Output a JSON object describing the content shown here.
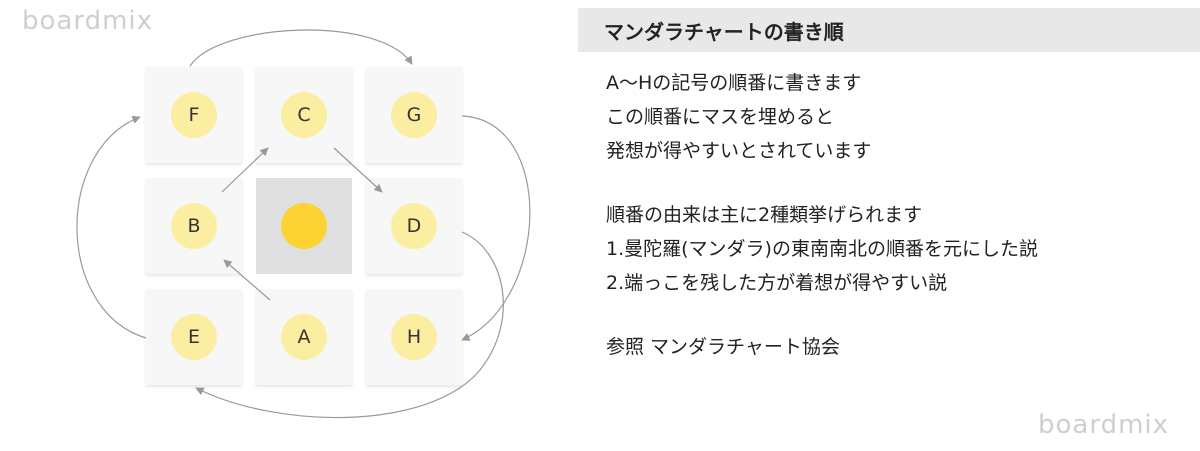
{
  "watermark": "boardmix",
  "colors": {
    "circle_fill": "#fbeea1",
    "center_fill": "#fdd233",
    "cell_fill": "#f7f7f7",
    "center_cell_fill": "#e0e0e0",
    "header_bg": "#e8e8e8",
    "arrow": "#999999"
  },
  "grid": {
    "cells": [
      {
        "id": "F",
        "label": "F"
      },
      {
        "id": "C",
        "label": "C"
      },
      {
        "id": "G",
        "label": "G"
      },
      {
        "id": "B",
        "label": "B"
      },
      {
        "id": "center",
        "label": ""
      },
      {
        "id": "D",
        "label": "D"
      },
      {
        "id": "E",
        "label": "E"
      },
      {
        "id": "A",
        "label": "A"
      },
      {
        "id": "H",
        "label": "H"
      }
    ],
    "order": [
      "A",
      "B",
      "C",
      "D",
      "E",
      "F",
      "G",
      "H"
    ]
  },
  "panel": {
    "title": "マンダラチャートの書き順",
    "paragraph1": [
      "A〜Hの記号の順番に書きます",
      "この順番にマスを埋めると",
      "発想が得やすいとされています"
    ],
    "paragraph2": [
      "順番の由来は主に2種類挙げられます",
      "1.曼陀羅(マンダラ)の東南南北の順番を元にした説",
      "2.端っこを残した方が着想が得やすい説"
    ],
    "reference": "参照 マンダラチャート協会"
  }
}
